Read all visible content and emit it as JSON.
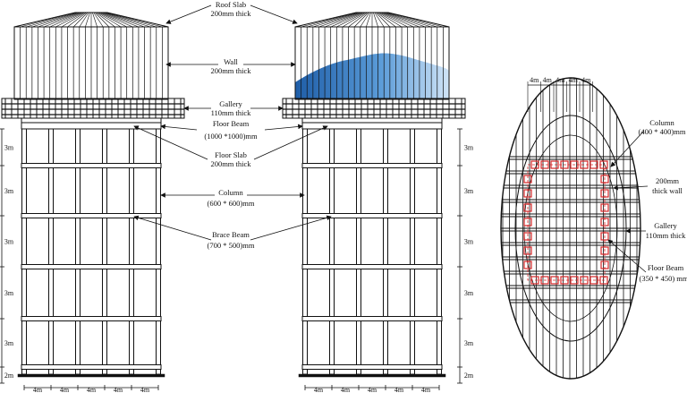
{
  "labels": {
    "roof_slab": [
      "Roof Slab",
      "200mm thick"
    ],
    "wall": [
      "Wall",
      "200mm thick"
    ],
    "gallery": [
      "Gallery",
      "110mm thick"
    ],
    "floor_beam": [
      "Floor Beam",
      "(1000 *1000)mm"
    ],
    "floor_slab": [
      "Floor Slab",
      "200mm thick"
    ],
    "column": [
      "Column",
      "(600 * 600)mm"
    ],
    "brace_beam": [
      "Brace Beam",
      "(700 * 500)mm"
    ]
  },
  "plan_labels": {
    "column": [
      "Column",
      "(400 * 400)mm"
    ],
    "wall": [
      "200mm",
      "thick wall"
    ],
    "gallery": [
      "Gallery",
      "110mm thick"
    ],
    "floor_beam": [
      "Floor Beam",
      "(350 * 450) mm"
    ]
  },
  "elevation_dims": {
    "vertical": [
      "3m",
      "3m",
      "3m",
      "3m",
      "3m",
      "2m"
    ],
    "horizontal": [
      "4m",
      "4m",
      "4m",
      "4m",
      "4m"
    ]
  },
  "plan_dims": {
    "horizontal": [
      "4m",
      "4m",
      "4m",
      "4m",
      "4m"
    ]
  },
  "colors": {
    "line": "#111111",
    "water_dark": "#1f5ea8",
    "water_light": "#cfe3f6",
    "column_marker": "#d62728"
  }
}
